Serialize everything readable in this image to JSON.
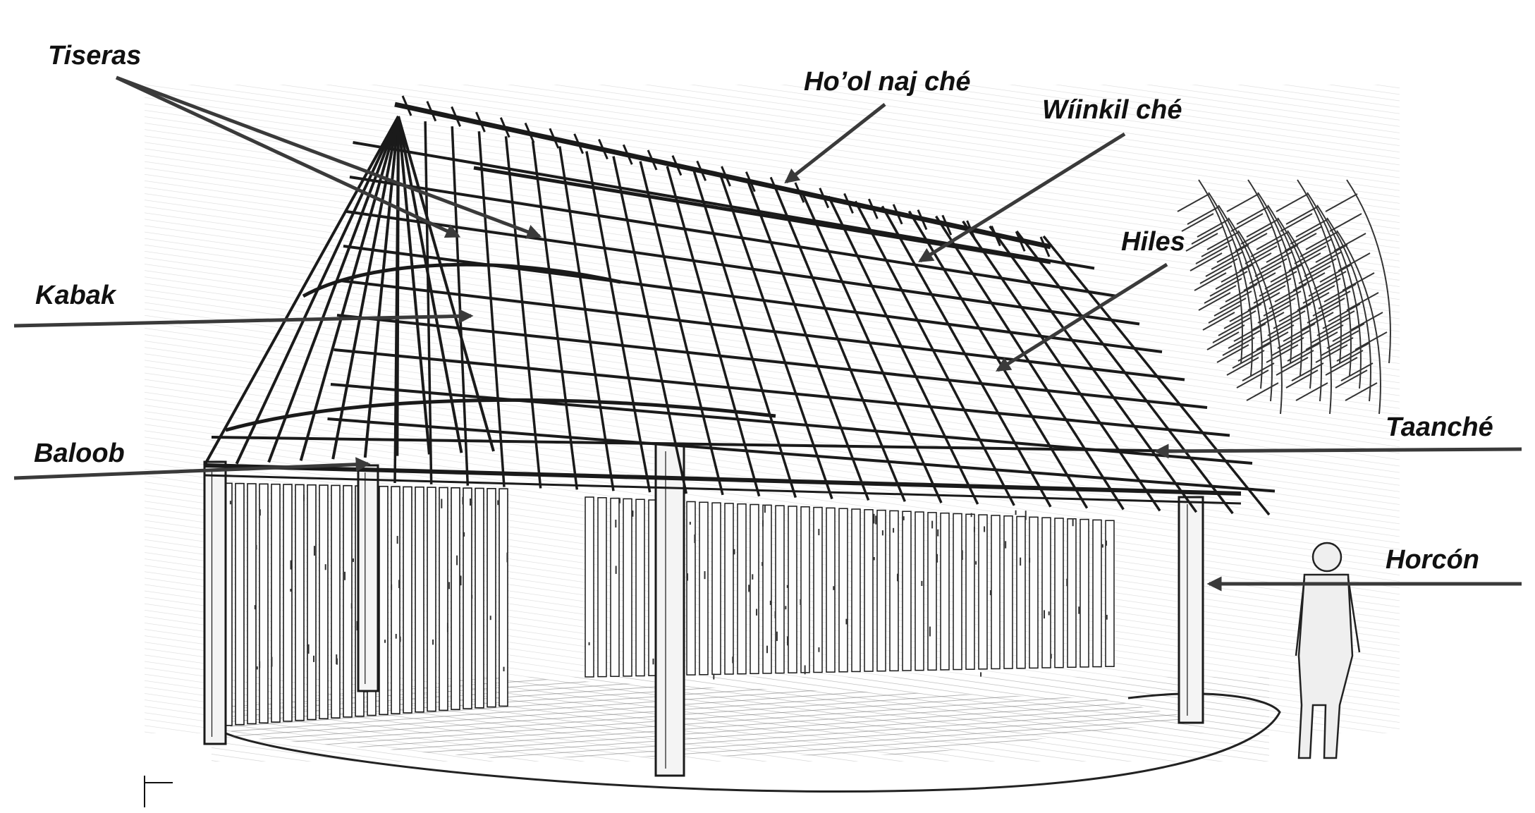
{
  "figure": {
    "subject": "house-frame-sketch",
    "labels": {
      "tiseras": "Tiseras",
      "hool_naj_che": "Ho’ol naj ché",
      "wiinkil_che": "Wíinkil ché",
      "hiles": "Hiles",
      "kabak": "Kabak",
      "baloob": "Baloob",
      "taanche": "Taanché",
      "horcon": "Horcón"
    },
    "colors": {
      "ink": "#1a1a1a",
      "arrow": "#3a3a3a",
      "paper": "#ffffff"
    }
  }
}
